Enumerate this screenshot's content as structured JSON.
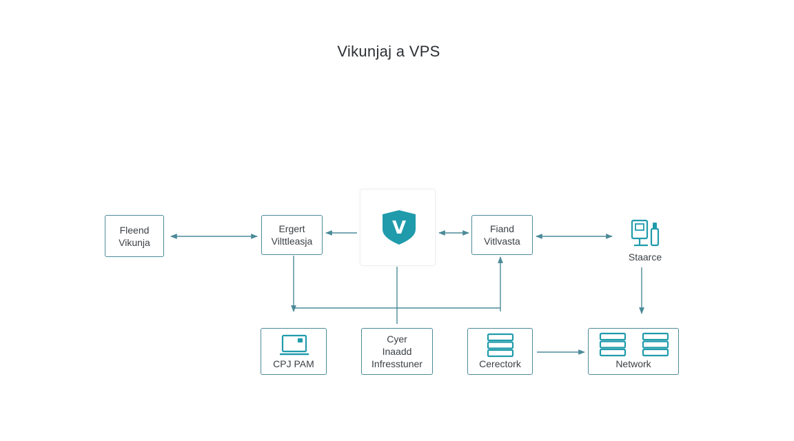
{
  "diagram": {
    "title": "Vikunjaj a VPS",
    "nodes": {
      "frontend": {
        "line1": "Fleend",
        "line2": "Vikunja"
      },
      "agent": {
        "line1": "Ergert",
        "line2": "Vilttleasja"
      },
      "center": {
        "logo_letter": "V",
        "icon": "shield-v-logo-icon"
      },
      "fiand": {
        "line1": "Fiand",
        "line2": "Vitlvasta"
      },
      "storage": {
        "label": "Staarce",
        "icon": "storage-device-icon"
      },
      "cpu": {
        "label": "CPJ PAM",
        "icon": "laptop-icon"
      },
      "cyber": {
        "line1": "Cyer",
        "line2": "Inaadd",
        "line3": "Infresstuner"
      },
      "connector": {
        "label": "Cerectork",
        "icon": "server-stack-icon"
      },
      "network": {
        "label": "Network",
        "icon": "server-stack-icon"
      }
    },
    "colors": {
      "accent": "#1f9bab",
      "line": "#4b8a98",
      "border": "#4b8a98"
    }
  }
}
